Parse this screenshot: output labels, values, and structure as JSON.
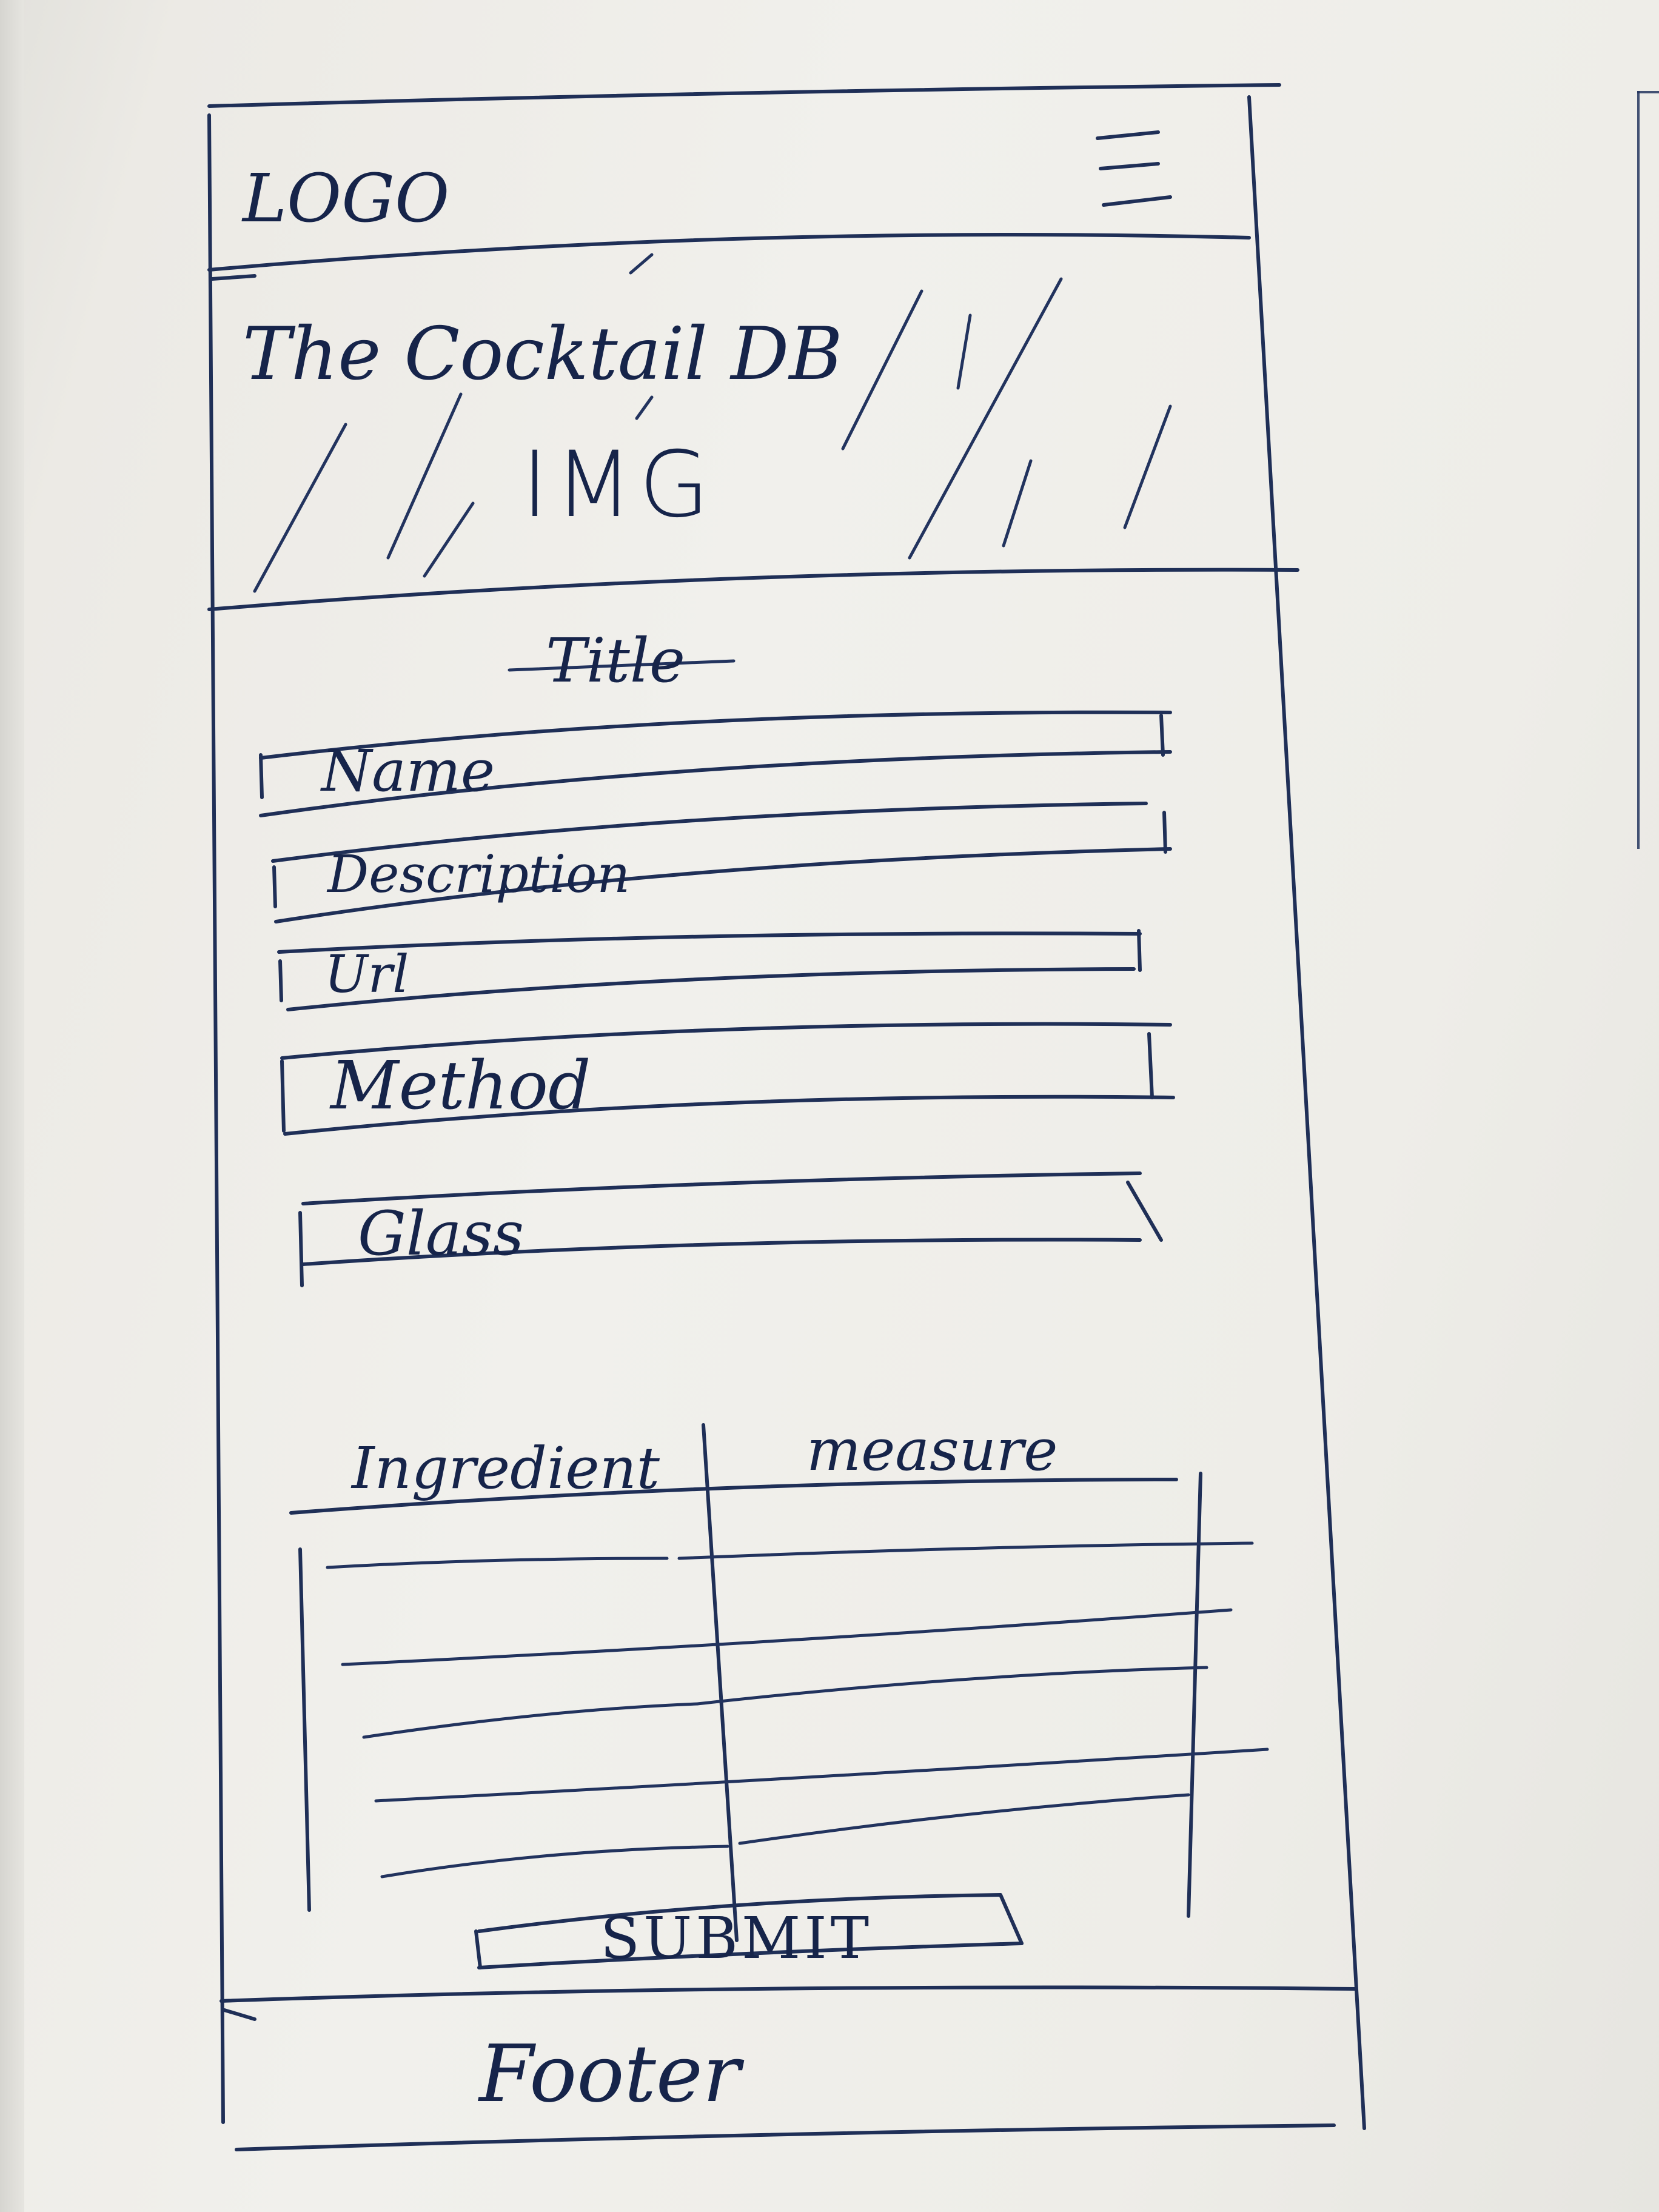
{
  "header": {
    "logo": "LOGO",
    "menu_icon": "hamburger-menu-icon"
  },
  "hero": {
    "heading": "The Cocktail DB",
    "image_label": "IMG"
  },
  "form": {
    "title": "Title",
    "fields": {
      "name": "Name",
      "description": "Description",
      "url": "Url",
      "method": "Method",
      "glass": "Glass"
    },
    "ingredients_table": {
      "columns": [
        "Ingredient",
        "measure"
      ],
      "rows": 5
    },
    "submit_label": "SUBMIT"
  },
  "footer": {
    "label": "Footer"
  },
  "colors": {
    "ink": "#1f2f57",
    "paper": "#f1f0ec"
  }
}
